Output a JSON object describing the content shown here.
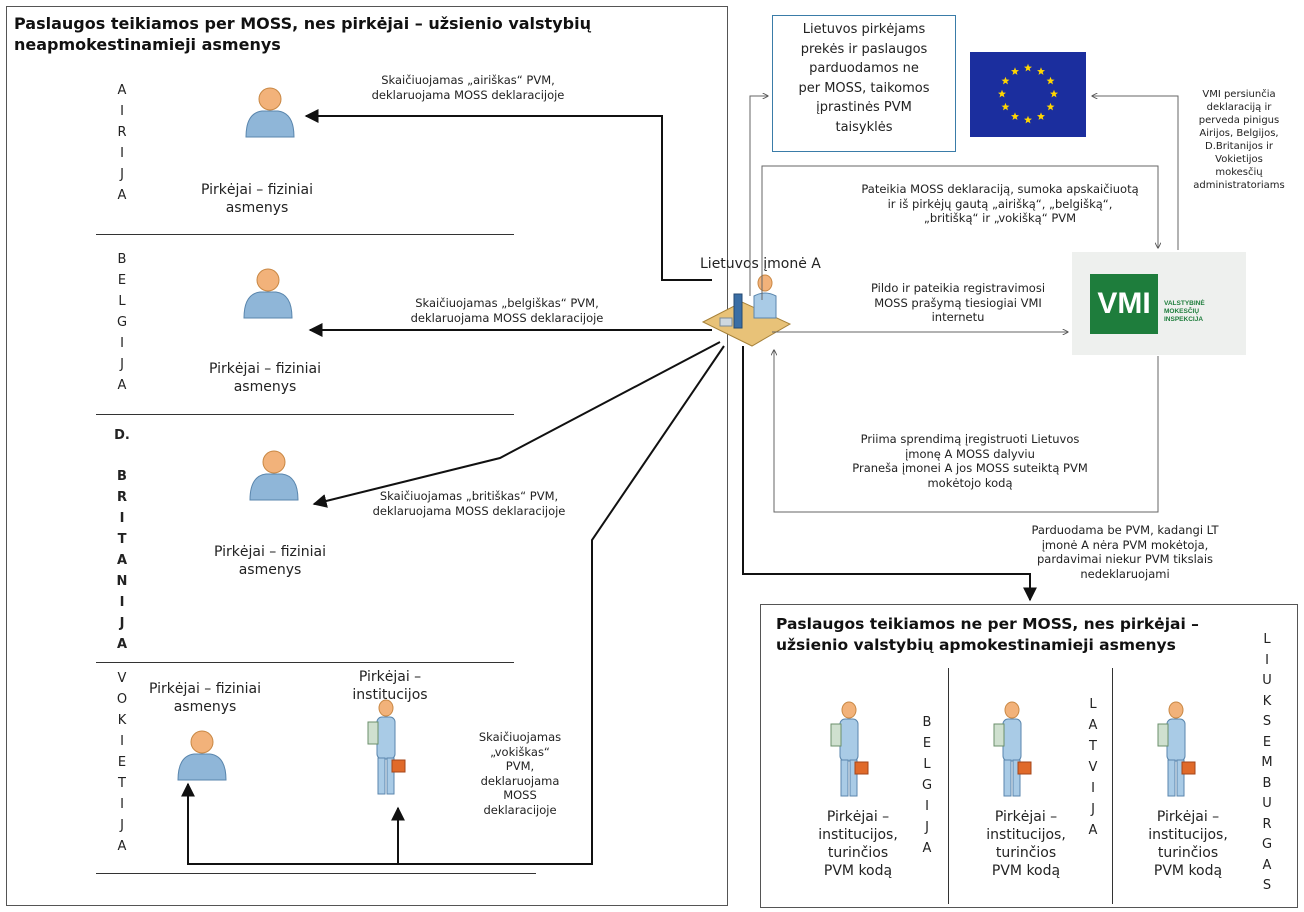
{
  "left_panel": {
    "title_line1": "Paslaugos teikiamos per MOSS, nes pirkėjai – užsienio valstybių",
    "title_line2": "neapmokestinamieji asmenys",
    "countries": [
      {
        "name": "AIRIJA",
        "letters": "A\nI\nR\nI\nJ\nA",
        "buyer_line1": "Pirkėjai – fiziniai",
        "buyer_line2": "asmenys",
        "arrow_label_line1": "Skaičiuojamas „airiškas“ PVM,",
        "arrow_label_line2": "deklaruojama MOSS deklaracijoje"
      },
      {
        "name": "BELGIJA",
        "letters": "B\nE\nL\nG\nI\nJ\nA",
        "buyer_line1": "Pirkėjai – fiziniai",
        "buyer_line2": "asmenys",
        "arrow_label_line1": "Skaičiuojamas „belgiškas“ PVM,",
        "arrow_label_line2": "deklaruojama MOSS deklaracijoje"
      },
      {
        "name": "D. BRITANIJA",
        "prefix": "D.",
        "letters": "B\nR\nI\nT\nA\nN\nI\nJ\nA",
        "buyer_line1": "Pirkėjai – fiziniai",
        "buyer_line2": "asmenys",
        "arrow_label_line1": "Skaičiuojamas „britiškas“ PVM,",
        "arrow_label_line2": "deklaruojama MOSS deklaracijoje"
      },
      {
        "name": "VOKIETIJA",
        "letters": "V\nO\nK\nI\nE\nT\nI\nJ\nA",
        "buyer_line1": "Pirkėjai – fiziniai",
        "buyer_line2": "asmenys",
        "inst_line1": "Pirkėjai –",
        "inst_line2": "institucijos",
        "arrow_label": "Skaičiuojamas\n„vokiškas“\nPVM,\ndeklaruojama\nMOSS\ndeklaracijoje"
      }
    ]
  },
  "company": {
    "label": "Lietuvos įmonė A"
  },
  "lt_box": {
    "text": "Lietuvos pirkėjams\nprekės ir paslaugos\nparduodamos ne\nper MOSS, taikomos\nįprastinės PVM\ntaisyklės"
  },
  "vmi_forward_note": "VMI persiunčia\ndeklaraciją ir\nperveda pinigus\nAirijos, Belgijos,\nD.Britanijos ir\nVokietijos\nmokesčių\nadministratoriams",
  "moss_submit_note": "Pateikia MOSS deklaraciją, sumoka apskaičiuotą\nir iš pirkėjų gautą „airišką“, „belgišką“,\n„britišką“ ir „vokišką“ PVM",
  "register_note": "Pildo ir pateikia registravimosi\nMOSS prašymą tiesiogiai VMI\ninternetu",
  "decision_note": "Priima sprendimą įregistruoti Lietuvos\nįmonę A MOSS dalyviu\nPraneša įmonei A jos MOSS suteiktą PVM\nmokėtojo kodą",
  "vmi_logo": {
    "mark": "VMI",
    "line1": "VALSTYBINĖ",
    "line2": "MOKESČIŲ",
    "line3": "INSPEKCIJA"
  },
  "no_vat_note": "Parduodama be PVM, kadangi LT\nįmonė A nėra PVM mokėtoja,\npardavimai niekur PVM tikslais\nnedeklaruojami",
  "right_panel": {
    "title_line1": "Paslaugos teikiamos ne per MOSS, nes pirkėjai –",
    "title_line2": "užsienio valstybių apmokestinamieji asmenys",
    "columns": [
      {
        "country": "BELGIJA",
        "letters": "B\nE\nL\nG\nI\nJ\nA",
        "caption": "Pirkėjai –\ninstitucijos,\nturinčios\nPVM kodą"
      },
      {
        "country": "LATVIJA",
        "letters": "L\nA\nT\nV\nI\nJ\nA",
        "caption": "Pirkėjai –\ninstitucijos,\nturinčios\nPVM kodą"
      },
      {
        "country": "LIUKSEMBURGAS",
        "letters": "L\nI\nU\nK\nS\nE\nM\nB\nU\nR\nG\nA\nS",
        "caption": "Pirkėjai –\ninstitucijos,\nturinčios\nPVM kodą"
      }
    ]
  },
  "colors": {
    "eu_blue": "#1b2e9e",
    "eu_star": "#ffd500",
    "vmi_green": "#1e7d3c",
    "person_blue": "#8fb6d8",
    "person_skin": "#f2b27a",
    "desk": "#e8c278"
  }
}
